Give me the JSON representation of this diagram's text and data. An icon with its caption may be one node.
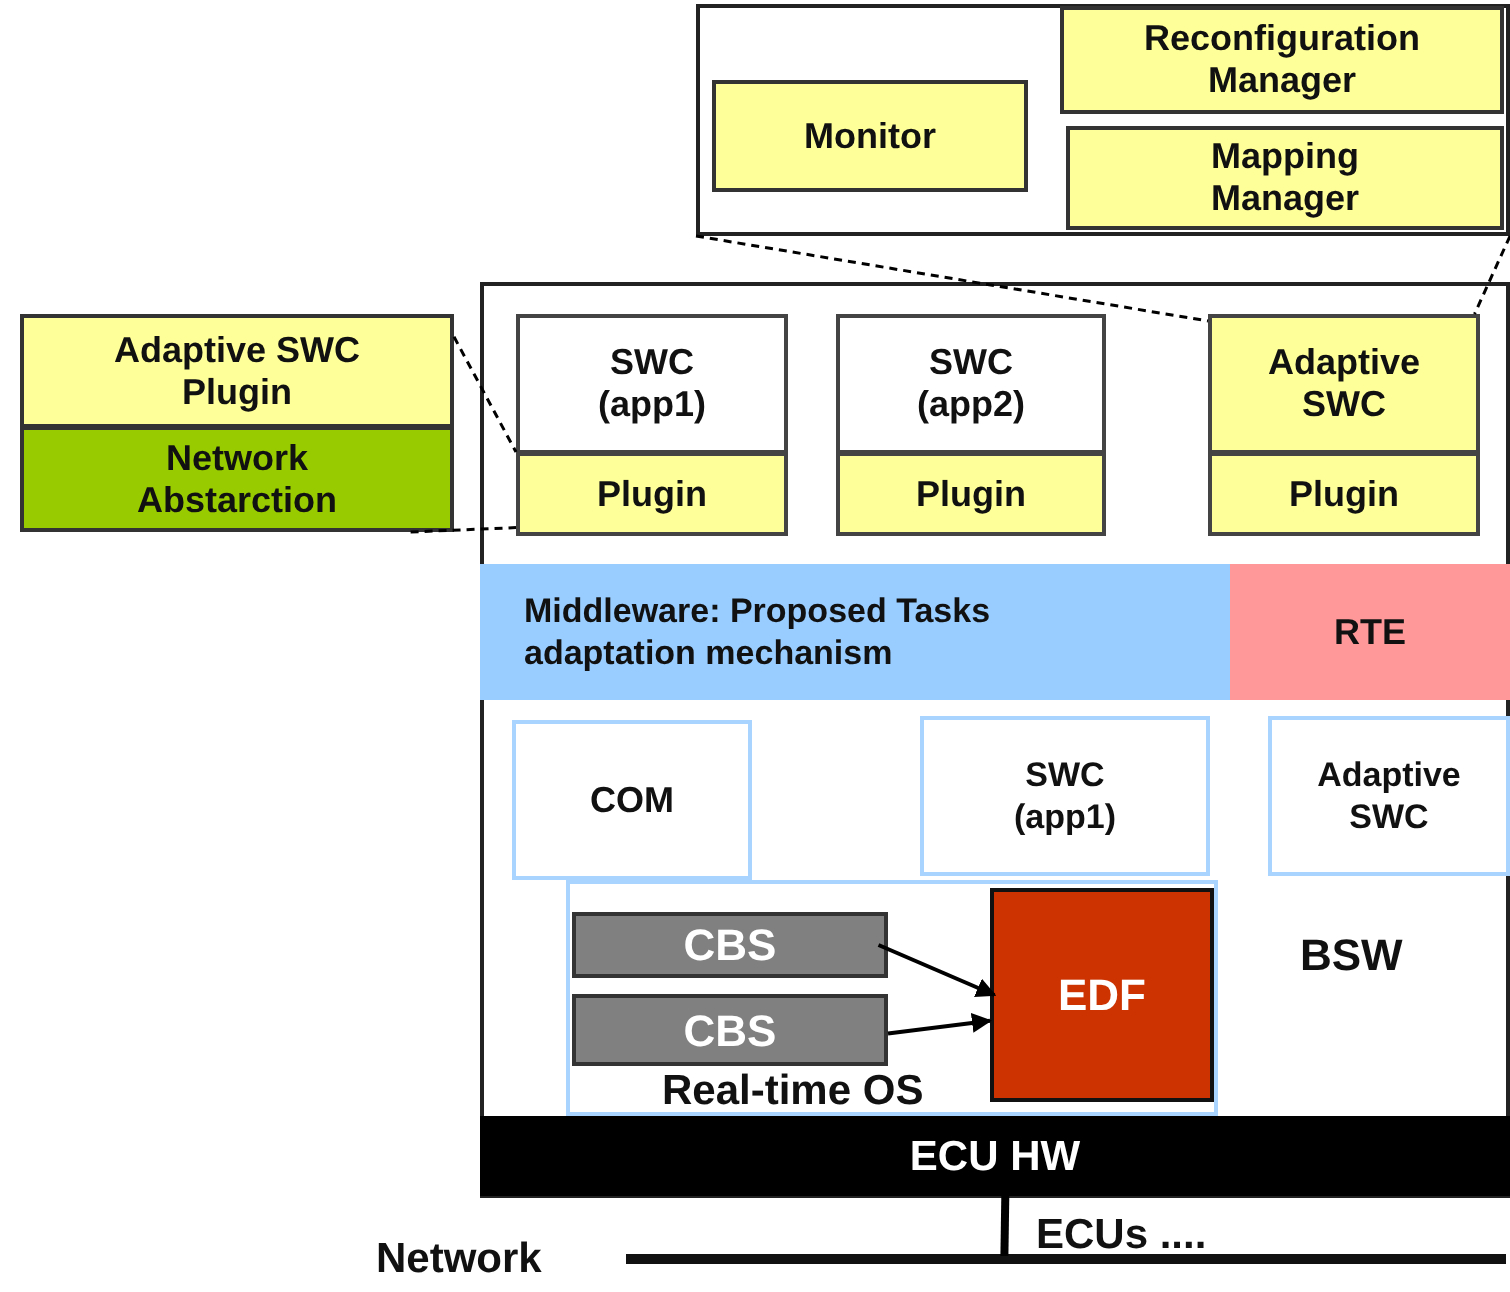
{
  "diagram": {
    "nodes": [
      {
        "text": [],
        "shape": "box"
      },
      {
        "text": [
          "Monitor"
        ],
        "in": 0
      },
      {
        "text": [
          "Reconfiguration Manager"
        ],
        "in": 0
      },
      {
        "text": [
          "Mapping Manager"
        ],
        "in": 0
      },
      {
        "text": [
          "Adaptive SWC Plugin"
        ]
      },
      {
        "text": [
          "Network Abstarction"
        ]
      },
      {
        "text": [],
        "shape": "box"
      },
      {
        "text": [
          "SWC (app1)"
        ],
        "in": 6
      },
      {
        "text": [
          "Plugin"
        ],
        "in": 6
      },
      {
        "text": [
          "SWC (app2)"
        ],
        "in": 6
      },
      {
        "text": [
          "Plugin"
        ],
        "in": 6
      },
      {
        "text": [
          "Adaptive SWC"
        ],
        "in": 6
      },
      {
        "text": [
          "Plugin"
        ],
        "in": 6
      },
      {
        "text": [
          "Middleware: Proposed Tasks adaptation mechanism"
        ],
        "in": 6
      },
      {
        "text": [
          "RTE"
        ],
        "in": 6
      },
      {
        "text": [
          "COM"
        ],
        "in": 6
      },
      {
        "text": [
          "SWC (app1)"
        ],
        "in": 6
      },
      {
        "text": [
          "Adaptive SWC"
        ],
        "in": 6
      },
      {
        "text": [
          "Real-time OS"
        ],
        "in": 6
      },
      {
        "text": [
          "CBS"
        ],
        "in": 18
      },
      {
        "text": [
          "CBS"
        ],
        "in": 18
      },
      {
        "text": [
          "EDF"
        ],
        "in": 18
      },
      {
        "text": [
          "ECU HW"
        ],
        "in": 6
      },
      {
        "text": [],
        "shape": "bar"
      }
    ],
    "edges": [
      {
        "from": 0,
        "to": 11,
        "arrow": "none",
        "style": "dashed"
      },
      {
        "from": 0,
        "to": 11,
        "arrow": "none",
        "style": "dashed"
      },
      {
        "from": 4,
        "to": 8,
        "arrow": "none",
        "style": "dashed"
      },
      {
        "from": 5,
        "to": 8,
        "arrow": "none",
        "style": "dashed"
      },
      {
        "from": 19,
        "to": 21,
        "arrow": "to"
      },
      {
        "from": 20,
        "to": 21,
        "arrow": "to"
      },
      {
        "from": 22,
        "to": 23,
        "arrow": "none",
        "style": "thick"
      }
    ],
    "labels": [
      "BSW",
      "Network",
      "ECUs ...."
    ]
  }
}
